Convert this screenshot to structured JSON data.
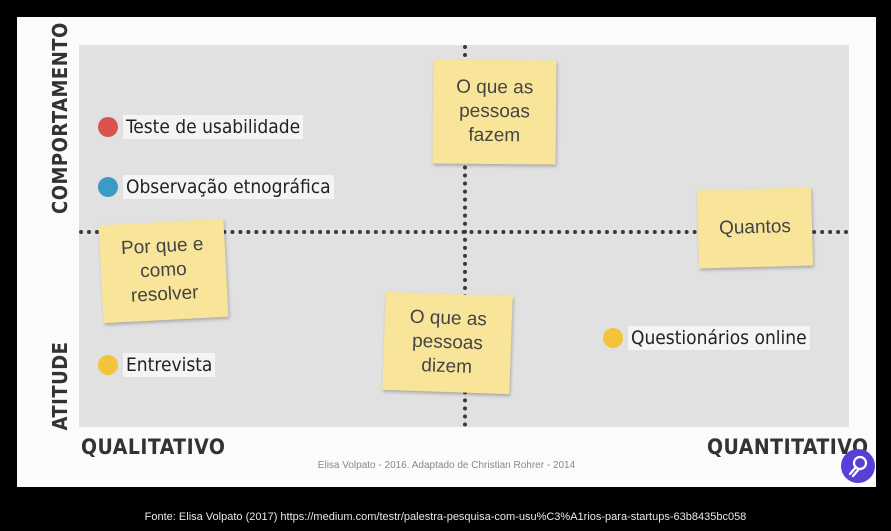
{
  "axes": {
    "left_top": "COMPORTAMENTO",
    "left_bottom": "ATITUDE",
    "bottom_left": "QUALITATIVO",
    "bottom_right": "QUANTITATIVO"
  },
  "items": {
    "usabilidade": {
      "label": "Teste de usabilidade",
      "color": "#d9534f"
    },
    "etnografica": {
      "label": "Observação etnográfica",
      "color": "#3d9ac4"
    },
    "entrevista": {
      "label": "Entrevista",
      "color": "#f3c33a"
    },
    "questionarios": {
      "label": "Questionários online",
      "color": "#f3c33a"
    }
  },
  "notes": {
    "fazem": "O que as pessoas fazem",
    "por_que": "Por que e como resolver",
    "quantos": "Quantos",
    "dizem": "O que as pessoas dizem"
  },
  "credit": "Elisa Volpato - 2016. Adaptado de Christian Rohrer - 2014",
  "footer": "Fonte: Elisa Volpato (2017) https://medium.com/testr/palestra-pesquisa-com-usu%C3%A1rios-para-startups-63b8435bc058"
}
